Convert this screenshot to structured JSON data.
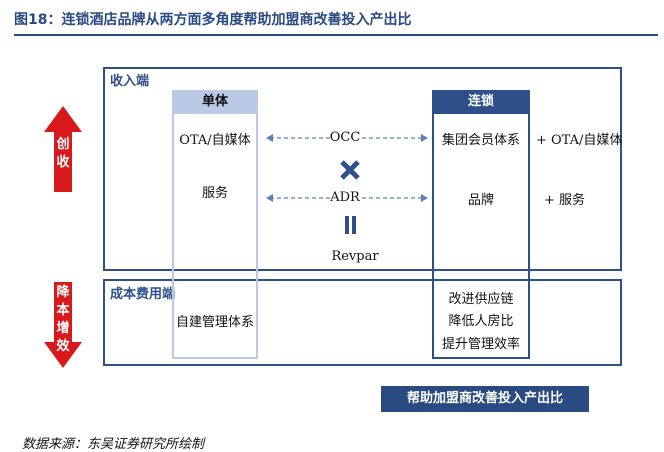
{
  "title": "图18：连锁酒店品牌从两方面多角度帮助加盟商改善投入产出比",
  "revenue_label": "收入端",
  "cost_label": "成本费用端",
  "left_arrow_top": "创收",
  "left_arrow_bottom": "降本增效",
  "single": {
    "header": "单体",
    "ota": "OTA/自媒体",
    "service": "服务",
    "cost": "自建管理体系"
  },
  "chain": {
    "header": "连锁",
    "membership": "集团会员体系",
    "brand": "品牌",
    "cost_lines": [
      "改进供应链",
      "降低人房比",
      "提升管理效率"
    ]
  },
  "extras": {
    "ota": "+ OTA/自媒体",
    "service": "+ 服务"
  },
  "metrics": {
    "occ": "OCC",
    "adr": "ADR",
    "revpar": "Revpar"
  },
  "cta": "帮助加盟商改善投入产出比",
  "source": "数据来源：东吴证券研究所绘制",
  "colors": {
    "primary": "#2f4f8a",
    "light": "#b9c9e6",
    "arrow_red": "#d7191c",
    "dashed": "#5b7fc0"
  }
}
